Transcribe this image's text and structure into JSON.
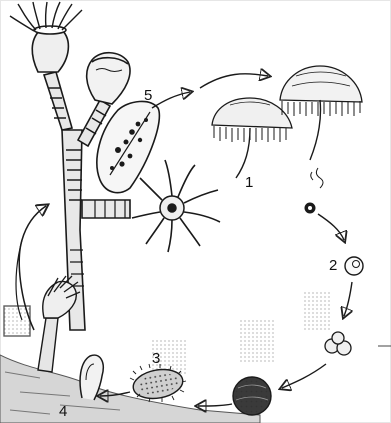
{
  "labels": {
    "one": "1",
    "two": "2",
    "three": "3",
    "four": "4",
    "five": "5"
  },
  "colors": {
    "ink": "#1a1a1a",
    "shade": "#6b6b6b",
    "light": "#bdbdbd",
    "background": "#ffffff"
  }
}
